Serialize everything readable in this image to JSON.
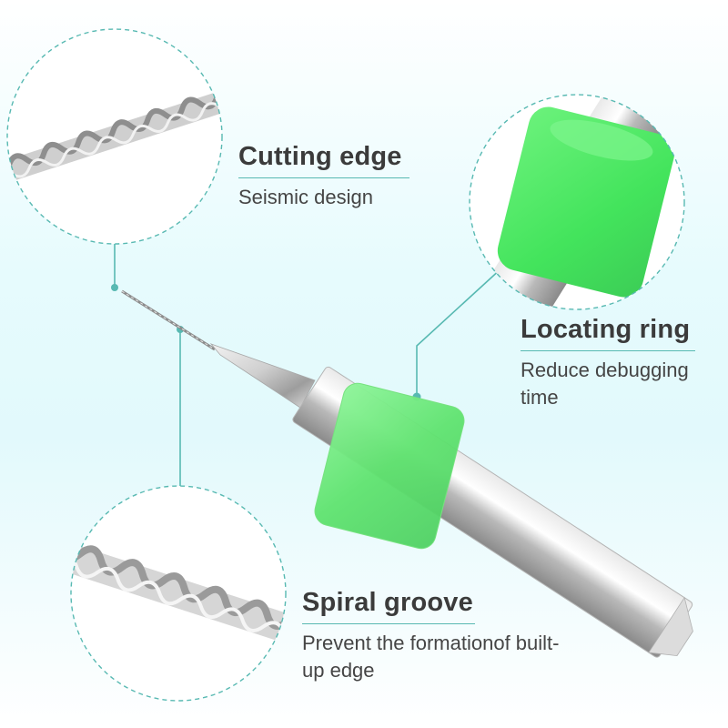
{
  "callouts": {
    "cutting_edge": {
      "title": "Cutting edge",
      "description": "Seismic design"
    },
    "locating_ring": {
      "title": "Locating ring",
      "description": "Reduce debugging time"
    },
    "spiral_groove": {
      "title": "Spiral groove",
      "description": "Prevent the formationof built-up edge"
    }
  },
  "colors": {
    "accent_line": "#58b9b2",
    "ring_green": "#5fe36f",
    "shank_silver": "#c9c9c9",
    "title_text": "#3b3b3b"
  },
  "icons": [
    "drill-bit-image",
    "locating-ring-image",
    "zoom-circle"
  ]
}
